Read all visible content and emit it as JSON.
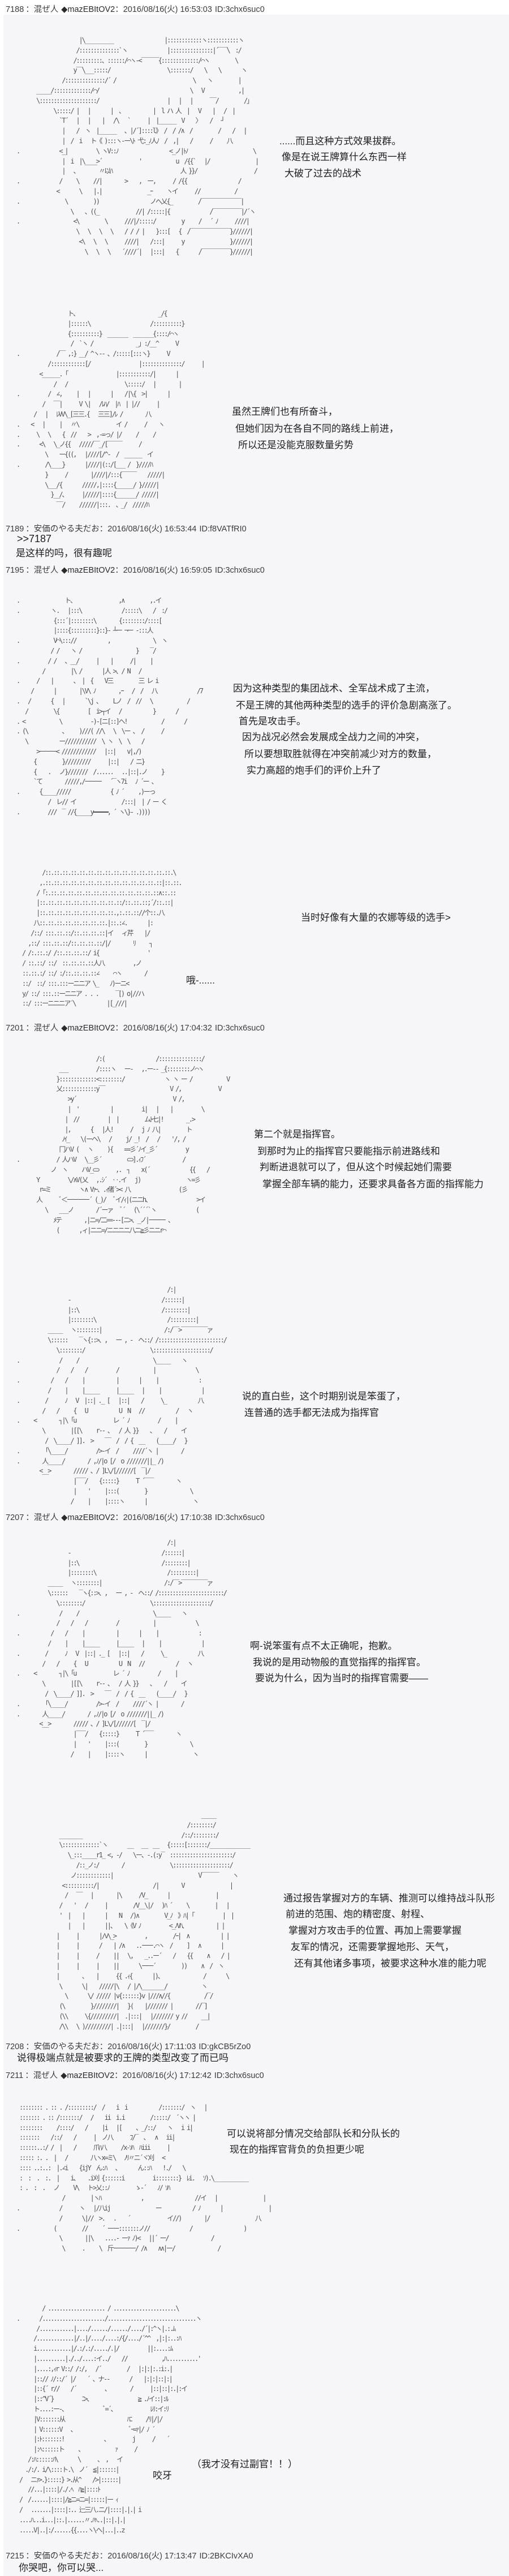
{
  "thread": {
    "separator": "：",
    "posts": [
      {
        "number": "7188",
        "name": "混ぜ人",
        "trip": "◆mazEBItOV2",
        "datetime": "2016/08/16(火) 16:53:03",
        "id": "ID:3chx6suc0",
        "text": [
          "......而且这种方式效果拔群。",
          "像是在说王牌算什么东西一样",
          "大破了过去的战术",
          "虽然王牌们也有所奋斗，",
          "但她们因为在各自不同的路线上前进，",
          "所以还是没能克服数量劣势"
        ],
        "aa": [
          [
            "                      |\\__________                  |::::::::::::ヽ:::::::::::ヽ",
            "                     /::::::::::::::`ヽ              |:::::::::::::::|´‾‾‾\\  :/",
            "                    /:::::::::、::::::/⌒ヽ-<‾‾‾‾‾‾{:::::::::::::/⌒ヽ         \\",
            "                    y‾‾\\___:::::/                    \\:::::::/    \\    \\       ヽ",
            "                /::::::::::::::/´ /                           \\    ヽ         |",
            "       _____/:::::::::::::/⌒/                                \\   V            ,|",
            "       \\::::::::::::::::::::/                        |   |   |      ‾‾/         /」",
            "             \\:::::/ |   |       |  、          |  l ハ 人  |   V    |   /  |",
            "               `T´   |   |    |   /\\   `      |  |______  V    〉   /   ┘",
            "                |    /  ヽ  |______   、|/´]::::l》 /  / /∧  /         /    /   |",
            "                |  /  i   ト《 ):::ヽ-ー\\ﾄ 弋:_ﾉ人ﾉ  /  ,|    /      /     八",
            ".              <_|          \\ ヽV::ﾉ                  <_ノ|ﾄﾉ                       \\",
            "                |  i  |\\____>´             '            u  /{{`   |/                |",
            "                |   、       〃以ﾊ                        人 }}/                    /",
            ".              /     \\     //|        >    ,  ー,      / /{{                  /",
            "              <       \\    |.|                _ｰ     ヽイ      //            /",
            ".                \\         ))                  ノへ乂{_         /‾‾‾‾‾‾‾‾‾‾‾‾‾‾|",
            "                   \\    、((_             //| /:::::|{              /‾‾‾‾‾‾‾‾‾‾|/´ヽ",
            ".                   <\\         \\      ///|/:::::/         y     /   ´ ﾉ      ////|",
            "                     \\   \\   \\   \\    / / / |    }:::[   {  /‾‾‾‾‾‾‾‾‾‾‾‾‾‾}//////|",
            "                      <\\   \\   \\      ////|    /:::|      y                }//////|",
            "                        \\   \\   \\    ´////´|   |:::|    {       /‾‾‾‾‾‾‾‾‾‾}//////|"
          ],
          [
            "                  ト、                            _/{",
            "                  |::::::\\                     /::::::::::}",
            "                  {::::::::::}  _______  _______{::::/⌒ヽ",
            "                   /  `ヽ /               _」:/__^      V",
            ".             /‾‾ ,:} __/ ^ヽ-- 、/:::::[:::ヽ}      V",
            "           /::::::::::::[/                 |::::::::::::::/      |",
            "        <______.「                 |:::::::::::/|       |",
            "             /   /                    \\:::::/   |        |",
            ".          /  ∠,     |   |       |    /|\\{  >|       |",
            "         /   ‾‾|      V \\|   /ﾚﾊ/  |ﾊ  | |//      |",
            "      /   |   ﾚVV\\_[三三.{   三三]/ﾚ /        八",
            ".    <   |     |   〃\\             イ /      /    ヽ",
            ".      \\   \\    {  //    >  ,-=っ/ |/     /     /",
            ".       <\\   \\_ノ{{   /////‾‾_/[‾‾‾‾‾      /",
            "          \\    ー{((,   |////[/^-  /  ______  イ",
            ".         /\\____}       |////|(::/[___ /  }////ﾊ",
            "          }      /        |////|/:::{‾‾‾‾‾    /////|",
            "          \\___/{       /////,|::::{______/ }/////|",
            "            }__/、     |/////|::::{_______/ /////|",
            "              ‾‾/     //////|:::.  ､ _/  /////ﾊ"
          ]
        ]
      },
      {
        "number": "7189",
        "name": "安価のやる夫だお",
        "trip": "",
        "datetime": "2016/08/16(火) 16:53:44",
        "id": "ID:f8VATfRI0",
        "reply_anchor": ">>7187",
        "text": [
          "是这样的吗，很有趣呢"
        ]
      },
      {
        "number": "7195",
        "name": "混ぜ人",
        "trip": "◆mazEBItOV2",
        "datetime": "2016/08/16(火) 16:59:05",
        "id": "ID:3chx6suc0",
        "text": [
          "因为这种类型的集团战术、全军战术成了主流，",
          "不是王牌的其他两种类型的选手的评价急剧高涨了。",
          "首先是攻击手。",
          "因为战况必然会发展成全战力之间的冲突，",
          "所以要想取胜就得在冲突前减少对方的数量，",
          "实力高超的炮手们的评价上升了",
          "当时好像有大量的农娜等级的选手>",
          "哦-......"
        ],
        "aa": [
          [
            ".                ト、               ,∧         ,.イ",
            ".           ヽ.   |:::\\              /:::::\\    /  :/",
            "             {:::´|::::::::\\        {::::::::/::::[",
            "             |::::{:::::::::}::}- ┴ー ¬ー -:::人",
            ".            V⌒\\::://           ,               \\  ヽ",
            "            / /    ヽ /                   }    ‾/",
            ".          / /   、__/      |    |      /|     |",
            "         /         |\\ /       |人 >、/ N   /",
            ".      /    |       、 |  {    V三         三 レ i",
            "     /       |        |\\V\\ ﾉ        ,ｰ   /  /   八              /7",
            ".   /       {   |       `\\j 、    Lノ  /  //   \\            /",
            "   /         \\{          [  i>┬イ   /           }       /",
            ". <            \\          -)-[ニ[::]ヘ!            /       /",
            ". (\\            、    )///( //\\   \\  \\ー 、 /      /",
            "   \\           ー///////////  \\ ヽ  \\  \\    /",
            "       >ーーー< ////////////   |::|    v|,/)",
            "      {         }/////////      |::|    / ニ}",
            "      {    .   ノ}///////  /......   ..|::|.ノ     }",
            "      `て        /////,/ーーー   ´‾ヽ7i   ﾉ ´ー 、",
            ".       {_____/////              { ﾉ ´     ,)ーっ",
            "           /  レ// イ                /:::|  | / ー く",
            ".          ///  ‾ //{_____y━━━━━, ´ ヽ\\}- .))))"
          ],
          [
            "         /::.::.::.::.::.::.::.::.::.::.::.::.::.::.::.\\",
            "        ,.::.::.::.::.::.::.::.::.::.::.::.::.::.::|::.::.",
            "       /「:.::.::.::.::.::.::.::.::.::.::.::.::.::∧::.::",
            "       |::.::.::.::.::.::.::.::.::.::/::.::.::;´/::.::|",
            "       |::.::.::.::.::.::.::.::.::.,:.::.:://个::.八",
            "      八::.::.::.::.::.::.::.::.|::.:∠.       |:",
            "     /::/ :::.::.::/::.::.::.::|イ   ィ芹    |/",
            "    ,::/ :::.::.::/::.::.::.::/|/        ﾘ     ┐",
            "  / /:.::.:/ /::.::.::.::/ i{                 '",
            "  / ::.::/ ::/  ::.::.::.::人八          ,ノ",
            "  ::.::.:/ ::/ :/::.::.::.::∠     ⌒ヽ        /",
            "  ::/  ::/ :::.:::ーニニア \\_    ﾉ)ーニ<",
            "  y/ ::/ :::.::ーニニア . . .      ‾[) o|//ハ",
            "  ::/ :::ーニニニア´\\           |[_///|"
          ]
        ]
      },
      {
        "number": "7201",
        "name": "混ぜ人",
        "trip": "◆mazEBItOV2",
        "datetime": "2016/08/16(火) 17:04:32",
        "id": "ID:3chx6suc0",
        "text": [
          "第二个就是指挥官。",
          "到那时为止的指挥官只要能指示前进路线和",
          "判断进退就可以了，但从这个时候起她们需要",
          "掌握全部车辆的能力，还要求具备各方面的指挥能力",
          "说的直白些，这个时期别说是笨蛋了，",
          "连普通的选手都无法成为指挥官"
        ],
        "aa": [
          [
            "                            /:(                  /:::::::::::::::/",
            "               ___          /::::ヽ   ー-   ,.ー-- _{::::::::ノ⌒ヽ",
            "              }:::::::::::::<::::::::/              ヽ ヽ ー /            V",
            "              乂::::::::::::y‾‾                       V /,             V",
            "                  >y´                                  V /,",
            "                  |  '           |          i|   |    |          \\",
            "                 |  //          |  |         ムﾄ七|!        _.>",
            "                 |,       {   |人!      /   j ﾉ 八|         ト",
            "                ﾉｲ_    \\(ーヘ\\   /     j/ _!  /   /    '/, /",
            "               冂ハV (   ヽ     ){    ==彡´ﾉイ_彡´          y",
            ".             / 人ハV   \\__彡´         ⊂⊃].ｨﾌ´             /",
            "            ノ  ヽ     ハV_⊂⊃      ,.  ┐    x(´              {{    /",
            "       Y          \\/∧V(乂   ,.ｼ´  ‥.イ   j)                ヽ=彡",
            "        r=ミ          ヽ∧ Vｧｰ、.ｨ偖´>< 八                 (彡",
            "       人      ﾞ＜ーーーー´ (_)/   ﾞイ/ｨ|(ニニh、                >イ",
            "          \\    ___ノ        /´ーァ   ﾞ´   (\\´´´`ヽ              (",
            "             ﾒテ        ,|ニ=/二==---[ニ>、_ノ|ーーー 、",
            "              (       ,ィ|ニニ=/ニニニニ八ニ≧彡ニニr⌒"
          ],
          [
            "                                                     /:|",
            "                  -                                /::::::|",
            "                  |::\\                             /::::::::|",
            "                  |::::::::\\                         /:::::::::|",
            "           _____   ヽ::::::::|                      /:/‾‾>‾‾‾‾‾‾‾‾‾ァ",
            "           \\::::::    ‾ヽ{::>、,   ー , -  ヘ::/ /:::::::::::::::::::::::/",
            "              \\::::::::/                       \\::::::::::::::::::::/",
            ".              /     /                          \\_____    ヽ",
            "              /    /    /          /            |              \\",
            ".           /    /     |           |       |     |              :",
            "           /     |     |_____      |_____   |     |              |",
            ".         /      ﾉ   V  |::| ._ [   |::|    /      \\_           八",
            "         /    /     {   U           U  N   //           /   ヽ",
            ".     <        ┐|\\「u             レ ´ ﾉ          /     |",
            "         \\         |[[\\     r‐‐ 、  / 人 }}    、   /     イ",
            "          /  \\_____/ ]].  >    ‾‾  /  / {  __    (_____/   }",
            ".        「\\_____/          />‐イ  /     ////´ヽ |        /",
            ".        人_____/        / ,ﾉ/|o [/  o ///////||_ /)",
            "        <__>        ///// 、/ ]L\\/[//////[  ‾|/",
            "                    |‾‾‾/    {:::::}      T ´‾‾‾        ヽ",
            "                    |    '     |:::(         }               \\",
            "                   /     |     |::::ヽ       |                ヽ"
          ]
        ]
      },
      {
        "number": "7207",
        "name": "混ぜ人",
        "trip": "◆mazEBItOV2",
        "datetime": "2016/08/16(火) 17:10:38",
        "id": "ID:3chx6suc0",
        "text": [
          "啊-说笨蛋有点不太正确呢，抱歉。",
          "我说的是用动物般的直觉指挥的指挥官。",
          "要说为什么，因为当时的指挥官需要——",
          "通过报告掌握对方的车辆、推测可以维持战斗队形",
          "前进的范围、炮的精密度、射程、",
          "掌握对方攻击手的位置、再加上需要掌握",
          "友军的情况，还需要掌握地形、天气，",
          "还有其他诸多事项，被要求这种水准的能力呢"
        ],
        "aa": [
          [
            "                                                     /:|",
            "                  -                                /::::::|",
            "                  |::\\                             /::::::::|",
            "                  |::::::::\\                         /:::::::::|",
            "           _____   ヽ::::::::|                      /:/‾‾>‾‾‾‾‾‾‾‾‾ァ",
            "           \\::::::    ‾ヽ{::>、,   ー , -  ヘ::/ /:::::::::::::::::::::::/",
            "              \\::::::::/                       \\::::::::::::::::::::/",
            ".              /     /                          \\_____    ヽ",
            "              /    /    /          /            |              \\",
            ".           /    /     |           |       |     |              :",
            "           /     |     |_____      |_____   |     |              |",
            ".         /      ﾉ   V  |::| ._ [   |::|    /      \\_           八",
            "         /    /     {   U           U  N   //           /   ヽ",
            ".     <        ┐|\\「u             レ ´ ﾉ          /     |",
            "         \\         |[[\\     r‐‐ 、  / 人 }}    、   /     イ",
            "          /  \\_____/ ]].  >    ‾‾  /  / {  __    (_____/   }",
            ".        「\\_____/          />‐イ  /     ////´ヽ |        /",
            ".        人_____/        / ,ﾉ/|o [/  o ///////||_ /)",
            "        <__>        ///// 、/ ]L\\/[//////[  ‾|/",
            "                    |‾‾‾/    {:::::}      T ´‾‾‾        ヽ",
            "                    |    '     |:::(         }               \\",
            "                   /     |     |::::ヽ       |                ヽ"
          ],
          [
            "                                                                 _____",
            "                                                            /::::::::/",
            "               ________                                   /::/::::::::/",
            "               \\:::::::::::::`ヽ       __   __  __   {:::::[:::::::/______________",
            "                  \\_:::_____r1_ <, -/    \\ー、-.(:y‾  ::::::::::::::::::::::/",
            "                     /::_ノ:/        /                \\::::::::::::::::::::/",
            "                   ノ::::::::::::|                              V‾‾‾‾‾‾     ヽ",
            "                <::::::::::/|                   /|        V                |",
            "                 /   ‾‾   |        |\\      /V_       |                |",
            "               /    '   /      |         /V__\\|/   )ﾊ ´     \\         |   |",
            "               '  |    |       |    N   /)∧         V_ﾉ  》ﾊ|「          |  |",
            "                  |    |       ||、   \\《V ﾉ          <_ﾉVﾊ、          | |",
            "              |      |       |/v\\_>          ,         /ｰ|  ∧           | |",
            "              |      |       /    | /∧    ..ーー.⌒ヽ  /     ]   ∧       |",
            "              |      |      /     ||   \\,    _..ー´    /    {{     ∧    / |",
            "              |      |      |     ||       \\ー一´         ))     ∧  /  ヽ",
            "              |        、   |      {{ .ｨ{       |)、              /       \\",
            "               \\       \\|    /////|\\   / |/\\________/            ヽ",
            "                 \\       \\/ ///// |v{::::::}v |///∧//{            /‾/",
            "               (\\         }////////|   }(    |/////// |        //‾]",
            "               (\\\\      \\{/////////|  .|:::|   |/////// y //     __|",
            "               /\\\\   \\ )/////////| .|:::|   |///////}/         /"
          ]
        ]
      },
      {
        "number": "7208",
        "name": "安価のやる夫だお",
        "trip": "",
        "datetime": "2016/08/16(火) 17:11:03",
        "id": "ID:gkCB5rZo0",
        "text": [
          "说得极端点就是被要求的王牌的类型改变了而已吗"
        ]
      },
      {
        "number": "7211",
        "name": "混ぜ人",
        "trip": "◆mazEBItOV2",
        "datetime": "2016/08/16(火) 17:12:42",
        "id": "ID:3chx6suc0",
        "text": [
          "可以说将部分情况交给部队长和分队长的",
          "现在的指挥官背负的负担更少呢",
          "（我才没有过副官！！）",
          "咬牙"
        ],
        "aa": [
          [
            " :::::::: . :: . /:::::::::/  /    i  i           /:::::::/  ヽ   |",
            " ::::::: . :: /:::::::/   /    ii  i.i         /:::::/  ´ヽヽ |",
            " ::::::::     /::::/    /     |i   |[     、_/::/    ヽ   i i|",
            " :::::::    /::/    /      |  ノ八      ﾌ/‾  、  ∧   ii|",
            " ::::::..:/ /  |    /      爪ﾊ八     /x-ｿﾊ  ﾊiii      |",
            " ::::: :. .  |   /        八ヽx=ミ\\   ﾉﾘ〃ニ´ヾ刈   <",
            " :::: ..:..:  |.∠i    {ijY  ん:ﾊ   、      ん::ﾊ    !./    \\",
            " :  :  .  :.  |    i、   .i刈 {::::::i          i::::::::}  ﾚi.   ｿ).\\____________",
            " : .  :  .   ノ     V\\   ト>乂::ﾉ         ゝ-´    ﾉ/ ｿﾊ",
            "                /         |ヽﾊ              ,                  //イ   |                |",
            ".              /      ヽ   |/八ij                ー           / ﾉ       |                |",
            "               /       \\|//  >.   .    ´             イ//)        |/                八",
            ".            (         //     ´ ーー:::::::ノ//              /                  )",
            "               \\        ||\\    ....- ーｧ ﾉ)<   ||´ ー/               /",
            "                \\      .     \\  斤ーーーー/ /∧    ∧∧|ー/               /"
          ],
          [
            "         / .................... / ......................\\",
            ".       /....................../...............................ヽ",
            "       /............|..../....../....../..../´|:^ヽ|.:.ﾑ",
            "      /.............|/..|/..../....:/{/..../´^^  ,|:|:..:ﾊ",
            "      i............|/.:/.:/...../.|/          ||:....:ﾑ",
            "      |..........|./../....:イ../    //            ,ﾊ...........'",
            "      |....:,ｨr V::/ /:/,   /´         /   |:|:|:.:i:.|",
            "      |::// ﾉ/::/´ |/    ´ 、ナ--       /    |:|:|::|:|",
            "      |::{´ r//    /´          、       /      |::|::|:.|:イ",
            "      |::^V´}          ﾆ>、                ≧ .ﾉイ::|:ﾙ",
            "      ト....:ー-、             ﾞ=´、            ﾚﾘ:イ:ﾘ",
            "      |V:::::::从                      ﾊﾆ     /ﾘ|/|/",
            "      | V::::::V   、                   ﾞｰ=ｧ|/ ﾉ ´",
            "      |:ﾄ:::::::!              、        j      /    ´",
            "      |:ﾍ::::::ト     、           ｧ      /",
            "    /:ﾊ::::::ﾊ\\       \\      ､  ,   イ",
            "   ./:/. i/\\::::ト.\\  ノ´  ≦|::::::|",
            " /   ニｧ>.}:::::} >.从^    />|::::::|",
            "    //...|::::|/./.ﾍ  ﾊ≧|::::ﾄ",
            " /  /......|::::|/≧ニ=ニ=|:::::|ー ｨ",
            " /   .......|::::|:.. 辷三八.ニ/|::::|.|.| i",
            " ....ﾊ...i...|::.|......〃.ﾊﾍ..|::|.|.|",
            " .....V|..|:/......{{....ヽ\\ヘ|...|..z"
          ]
        ]
      },
      {
        "number": "7215",
        "name": "安価のやる夫だお",
        "trip": "",
        "datetime": "2016/08/16(火) 17:13:47",
        "id": "ID:2BKCIvXA0",
        "text": [
          "你哭吧，你可以哭..."
        ]
      }
    ]
  }
}
